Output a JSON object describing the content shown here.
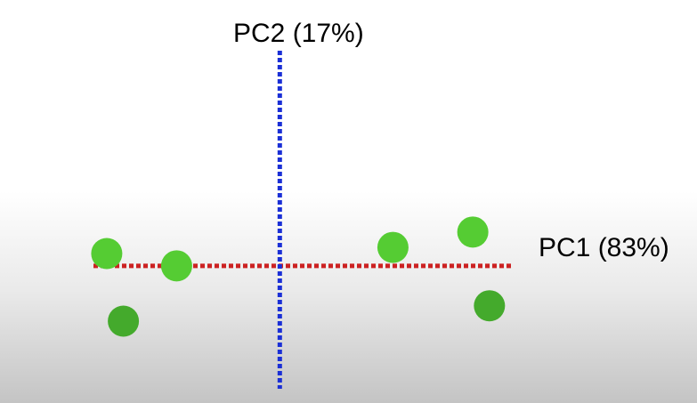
{
  "chart_data": {
    "type": "scatter",
    "title": "",
    "xlabel": "PC1 (83%)",
    "ylabel": "PC2 (17%)",
    "xlim": [
      -6,
      7
    ],
    "ylim": [
      -4,
      7
    ],
    "grid": false,
    "legend": "none",
    "points": [
      {
        "x": -5.2,
        "y": 0.4
      },
      {
        "x": -3.1,
        "y": 0.0
      },
      {
        "x": -4.7,
        "y": -1.8
      },
      {
        "x": 3.4,
        "y": 0.6
      },
      {
        "x": 5.8,
        "y": 1.1
      },
      {
        "x": 6.3,
        "y": -1.3
      }
    ],
    "colors": {
      "point_light": "#55cc33",
      "point_dark": "#44aa2c",
      "x_axis": "#cc2222",
      "y_axis": "#1a2fd6"
    }
  }
}
